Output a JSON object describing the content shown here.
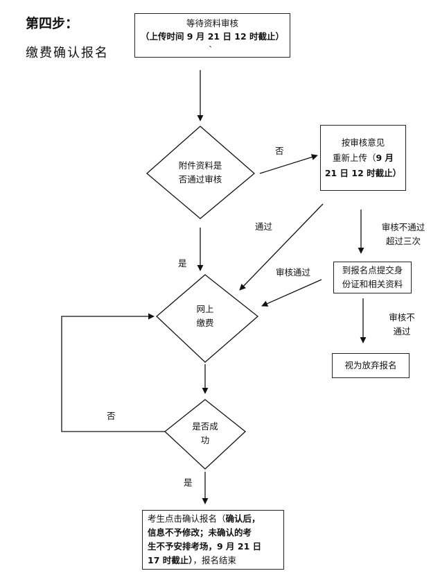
{
  "header": {
    "step": "第四步：",
    "subtitle": "缴费确认报名"
  },
  "nodes": {
    "wait_review": {
      "line1": "等待资料审核",
      "line2": "（上传时间 9 月 21 日 12 时截止）",
      "line3": "、"
    },
    "check_attachments": {
      "line1": "附件资料是",
      "line2": "否通过审核"
    },
    "reupload": {
      "line1": "按审核意见",
      "line2_part1": "重新上传（",
      "line2_part2": "9 月",
      "line3": "21 日 12 时截止）"
    },
    "onsite_submit": {
      "line1": "到报名点提交身",
      "line2": "份证和相关资料"
    },
    "online_pay": {
      "line1": "网上",
      "line2": "缴费"
    },
    "abandon": {
      "text": "视为放弃报名"
    },
    "success_check": {
      "line1": "是否成",
      "line2": "功"
    },
    "final": {
      "text_a": "考生点击确认报名（",
      "text_b": "确认后，",
      "text_c": "信息不予修改；未确认的考",
      "text_d": "生不予安排考场，9 月 21 日",
      "text_e": "17 时截止）",
      "text_f": "，报名结束"
    }
  },
  "labels": {
    "no_right": "否",
    "pass": "通过",
    "yes_down": "是",
    "fail_three_line1": "审核不通过",
    "fail_three_line2": "超过三次",
    "review_pass": "审核通过",
    "fail_line1": "审核不",
    "fail_line2": "通过",
    "no_left": "否",
    "yes_final": "是"
  }
}
